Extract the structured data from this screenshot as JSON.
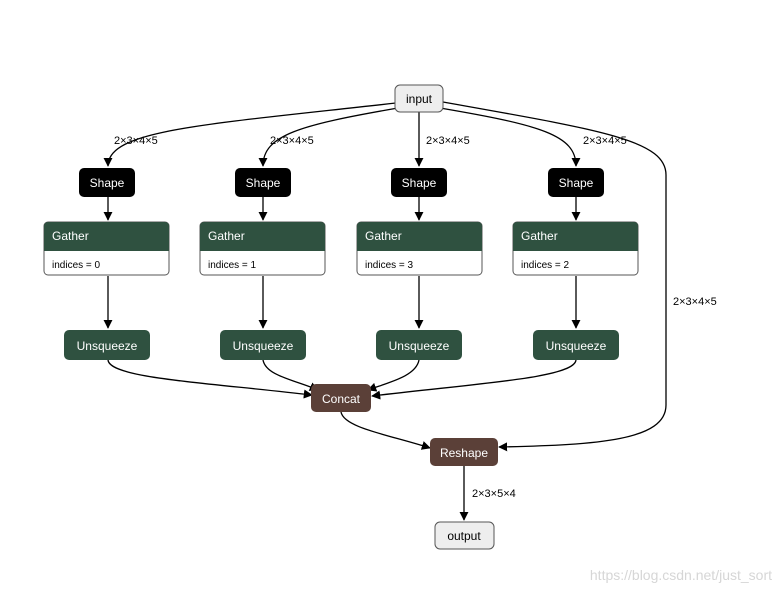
{
  "nodes": {
    "input": "input",
    "output": "output",
    "shape": [
      "Shape",
      "Shape",
      "Shape",
      "Shape"
    ],
    "gather": [
      {
        "title": "Gather",
        "attr": "indices = 0"
      },
      {
        "title": "Gather",
        "attr": "indices = 1"
      },
      {
        "title": "Gather",
        "attr": "indices = 3"
      },
      {
        "title": "Gather",
        "attr": "indices = 2"
      }
    ],
    "unsqueeze": [
      "Unsqueeze",
      "Unsqueeze",
      "Unsqueeze",
      "Unsqueeze"
    ],
    "concat": "Concat",
    "reshape": "Reshape"
  },
  "edge_labels": {
    "input_to_shape": [
      "2×3×4×5",
      "2×3×4×5",
      "2×3×4×5",
      "2×3×4×5"
    ],
    "input_to_reshape": "2×3×4×5",
    "reshape_to_output": "2×3×5×4"
  },
  "watermark": "https://blog.csdn.net/just_sort"
}
